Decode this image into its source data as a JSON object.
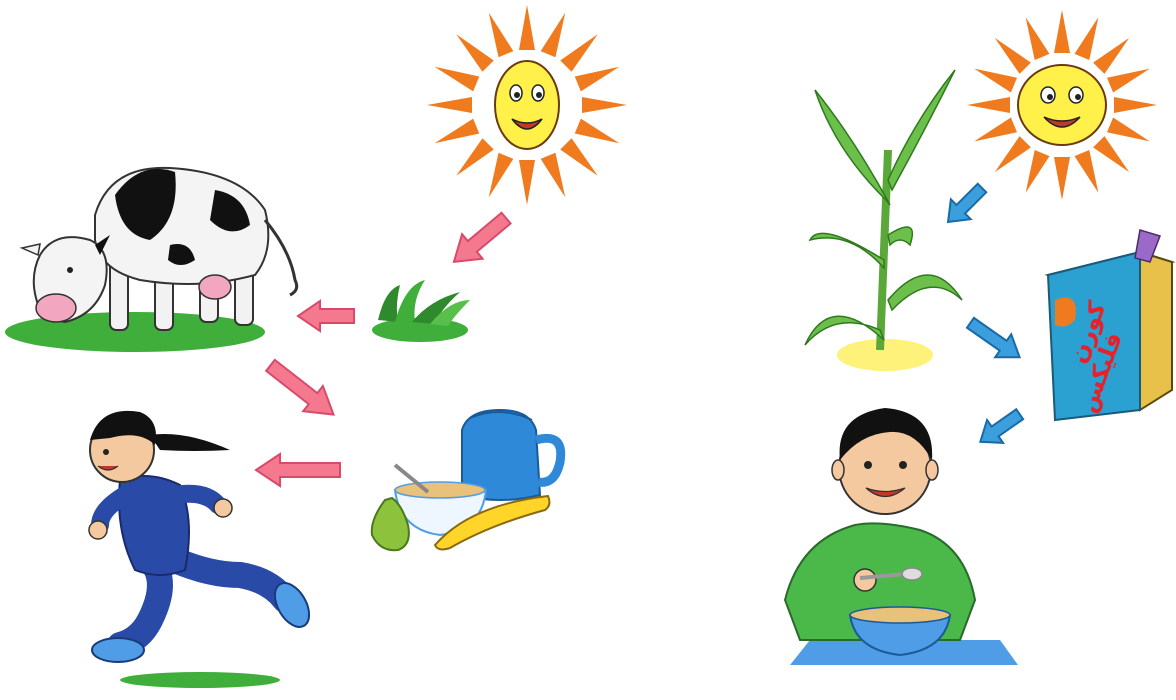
{
  "colors": {
    "background": "#ffffff",
    "left_arrow": "#f4798f",
    "right_arrow": "#3a9fdc",
    "sun_face": "#fff04a",
    "sun_rays": "#f07a1e",
    "grass": "#3fae3a",
    "sand": "#fff27a",
    "cow_spots": "#111111",
    "girl_tracksuit": "#2a4aa8",
    "boy_shirt": "#4bb84a",
    "bowl": "#4f9de6",
    "jug": "#2e8ad8",
    "banana": "#ffd52a",
    "pear": "#8cc23c",
    "cereal_box": "#2aa1d0"
  },
  "icons": {
    "left_sun": "sun-icon",
    "right_sun": "sun-icon",
    "cow": "cow-icon",
    "grass": "grass-icon",
    "girl": "running-girl-icon",
    "breakfast": "breakfast-icon",
    "corn": "corn-plant-icon",
    "cereal_box": "cereal-box-icon",
    "boy": "boy-eating-icon"
  },
  "diagrams": {
    "left": {
      "chain": [
        "sun",
        "grass",
        "cow",
        "breakfast",
        "girl"
      ]
    },
    "right": {
      "chain": [
        "sun",
        "corn",
        "cereal_box",
        "boy"
      ],
      "box_text_line1": "كورن",
      "box_text_line2": "فليكس"
    }
  }
}
